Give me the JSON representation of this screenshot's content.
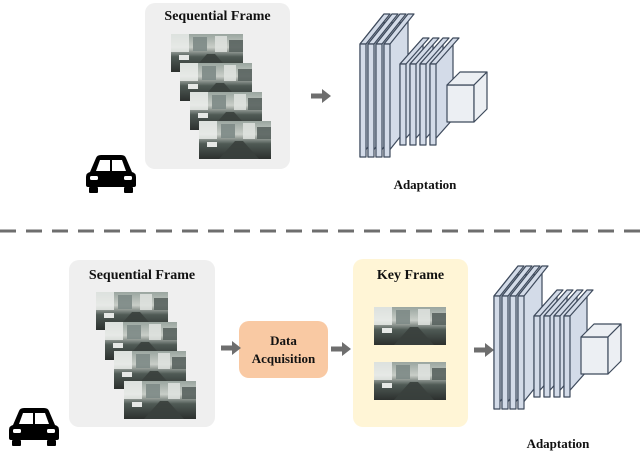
{
  "top_row": {
    "panel_title": "Sequential Frame",
    "model_caption": "Adaptation"
  },
  "bottom_row": {
    "panel_title": "Sequential Frame",
    "data_acquisition": {
      "line1": "Data",
      "line2": "Acquisition"
    },
    "key_frame_title": "Key Frame",
    "model_caption": "Adaptation"
  },
  "colors": {
    "panel_gray": "#efefef",
    "key_frame_panel": "#fff5d6",
    "data_acquisition_box": "#f9c9a3",
    "network_layer": "#d3dbe8",
    "network_outline": "#3e4a5c",
    "arrow": "#6e6e6e",
    "divider": "#6e6e6e"
  },
  "icons": [
    "car-icon",
    "arrow-icon",
    "network-icon",
    "frame-image"
  ]
}
